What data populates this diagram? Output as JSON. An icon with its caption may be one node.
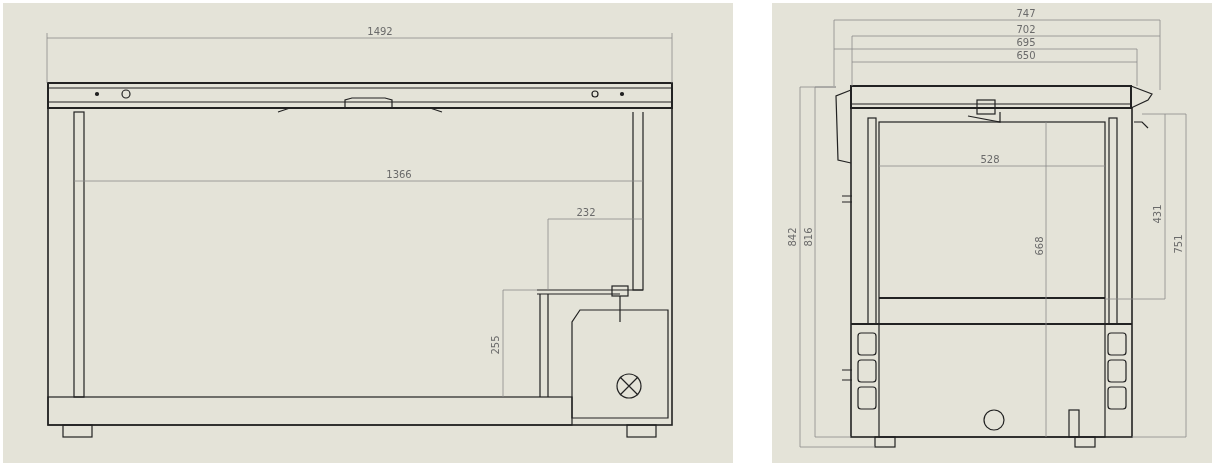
{
  "diagram": {
    "labels": [
      "1492",
      "1366",
      "232",
      "255",
      "747",
      "702",
      "695",
      "650",
      "528",
      "842",
      "816",
      "668",
      "431",
      "751"
    ]
  }
}
